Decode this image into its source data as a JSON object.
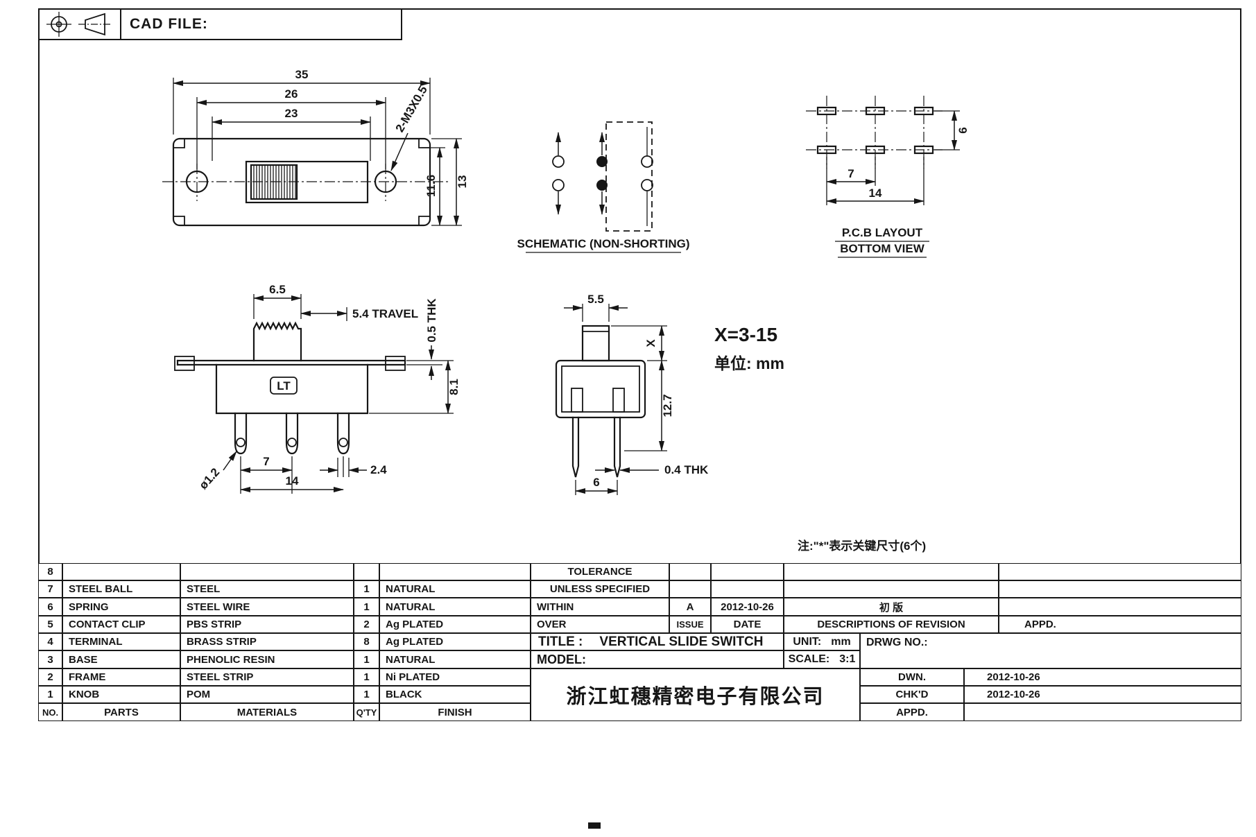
{
  "header": {
    "cad_file_label": "CAD FILE:"
  },
  "drawing": {
    "top_view": {
      "d35": "35",
      "d26": "26",
      "d23": "23",
      "thread_note": "2-M3X0.5",
      "d11_6": "11.6",
      "d13": "13"
    },
    "schematic": {
      "caption": "SCHEMATIC (NON-SHORTING)"
    },
    "pcb_layout": {
      "caption1": "P.C.B LAYOUT",
      "caption2": "BOTTOM VIEW",
      "d7": "7",
      "d14": "14",
      "d6": "6"
    },
    "front_view": {
      "d6_5": "6.5",
      "travel": "5.4 TRAVEL",
      "thk": "0.5 THK",
      "d8_1": "8.1",
      "marking": "LT",
      "dia": "ø1.2",
      "d7": "7",
      "d2_4": "2.4",
      "d14": "14"
    },
    "end_view": {
      "d5_5": "5.5",
      "dX": "X",
      "d12_7": "12.7",
      "thk": "0.4 THK",
      "d6": "6",
      "x_range": "X=3-15",
      "unit_note": "单位: mm"
    },
    "key_note": "注:\"*\"表示关键尺寸(6个)"
  },
  "parts_table": {
    "headers": {
      "no": "NO.",
      "parts": "PARTS",
      "materials": "MATERIALS",
      "qty": "Q'TY",
      "finish": "FINISH"
    },
    "rows": [
      {
        "no": "8",
        "parts": "",
        "materials": "",
        "qty": "",
        "finish": ""
      },
      {
        "no": "7",
        "parts": "STEEL BALL",
        "materials": "STEEL",
        "qty": "1",
        "finish": "NATURAL"
      },
      {
        "no": "6",
        "parts": "SPRING",
        "materials": "STEEL WIRE",
        "qty": "1",
        "finish": "NATURAL"
      },
      {
        "no": "5",
        "parts": "CONTACT CLIP",
        "materials": "PBS STRIP",
        "qty": "2",
        "finish": "Ag PLATED"
      },
      {
        "no": "4",
        "parts": "TERMINAL",
        "materials": "BRASS STRIP",
        "qty": "8",
        "finish": "Ag PLATED"
      },
      {
        "no": "3",
        "parts": "BASE",
        "materials": "PHENOLIC RESIN",
        "qty": "1",
        "finish": "NATURAL"
      },
      {
        "no": "2",
        "parts": "FRAME",
        "materials": "STEEL STRIP",
        "qty": "1",
        "finish": "Ni PLATED"
      },
      {
        "no": "1",
        "parts": "KNOB",
        "materials": "POM",
        "qty": "1",
        "finish": "BLACK"
      }
    ]
  },
  "title_block": {
    "tolerance1": "TOLERANCE",
    "tolerance2": "UNLESS SPECIFIED",
    "within": "WITHIN",
    "over": "OVER",
    "rev_letter": "A",
    "rev_date": "2012-10-26",
    "rev_desc": "初 版",
    "issue": "ISSUE",
    "date": "DATE",
    "descriptions": "DESCRIPTIONS OF REVISION",
    "appd": "APPD.",
    "title_label": "TITLE :",
    "title_value": "VERTICAL SLIDE SWITCH",
    "unit_label": "UNIT:",
    "unit_value": "mm",
    "drwg_no_label": "DRWG NO.:",
    "model_label": "MODEL:",
    "scale_label": "SCALE:",
    "scale_value": "3:1",
    "company": "浙江虹穗精密电子有限公司",
    "dwn_label": "DWN.",
    "dwn_date": "2012-10-26",
    "chkd_label": "CHK'D",
    "chkd_date": "2012-10-26",
    "appd_label": "APPD."
  }
}
